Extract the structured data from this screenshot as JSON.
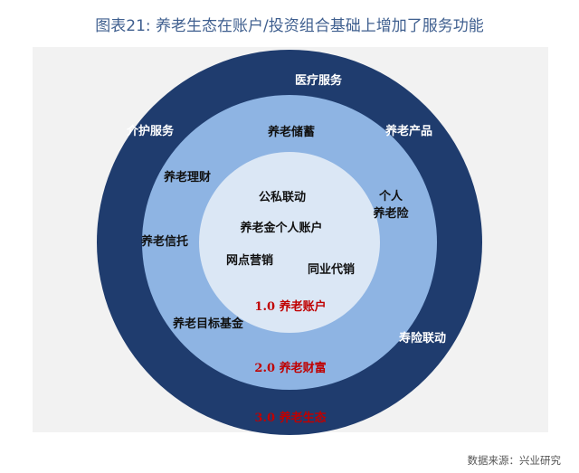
{
  "title": "图表21: 养老生态在账户/投资组合基础上增加了服务功能",
  "source": "数据来源：兴业研究",
  "colors": {
    "title": "#3f5f8f",
    "outer_ring": "#1f3c6e",
    "middle_ring": "#8eb4e3",
    "inner_circle": "#dbe7f5",
    "panel_bg": "#f2f2f2",
    "level_label": "#c00000"
  },
  "diagram": {
    "outer": {
      "level": "3.0 养老生态",
      "items": [
        "医疗服务",
        "介护服务",
        "养老产品",
        "寿险联动"
      ]
    },
    "middle": {
      "level": "2.0 养老财富",
      "items": [
        "养老储蓄",
        "养老理财",
        "个人",
        "养老险",
        "养老信托",
        "养老目标基金"
      ]
    },
    "inner": {
      "level": "1.0 养老账户",
      "items": [
        "公私联动",
        "养老金个人账户",
        "网点营销",
        "同业代销"
      ]
    }
  }
}
